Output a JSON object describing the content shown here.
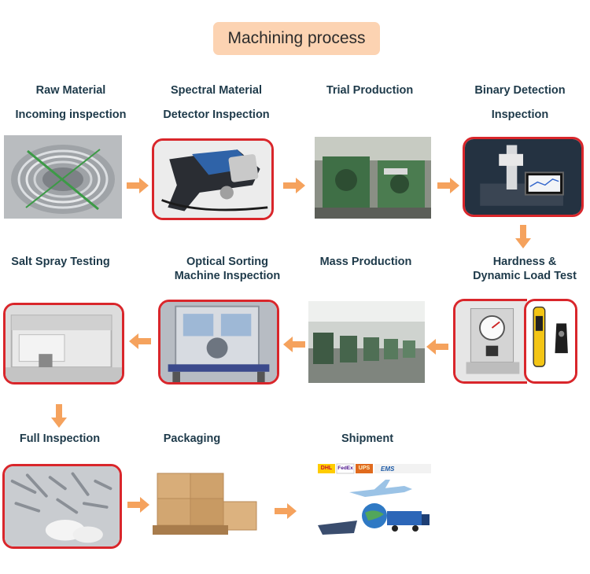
{
  "title": "Machining process",
  "steps": [
    {
      "line1": "Raw Material",
      "line2": "Incoming inspection"
    },
    {
      "line1": "Spectral Material",
      "line2": "Detector Inspection"
    },
    {
      "line1": "Trial Production",
      "line2": ""
    },
    {
      "line1": "Binary Detection",
      "line2": "Inspection"
    },
    {
      "line1": "Hardness &",
      "line2": "Dynamic Load Test"
    },
    {
      "line1": "Mass Production",
      "line2": ""
    },
    {
      "line1": "Optical Sorting",
      "line2": "Machine Inspection"
    },
    {
      "line1": "Salt Spray Testing",
      "line2": ""
    },
    {
      "line1": "Full Inspection",
      "line2": ""
    },
    {
      "line1": "Packaging",
      "line2": ""
    },
    {
      "line1": "Shipment",
      "line2": ""
    }
  ],
  "carrier_logos": [
    "DHL",
    "FedEx",
    "UPS",
    "EMS"
  ],
  "colors": {
    "arrow": "#f5a25d",
    "frame": "#d9262b",
    "title_bg": "#fcd3b2",
    "label": "#1e3a4a"
  }
}
